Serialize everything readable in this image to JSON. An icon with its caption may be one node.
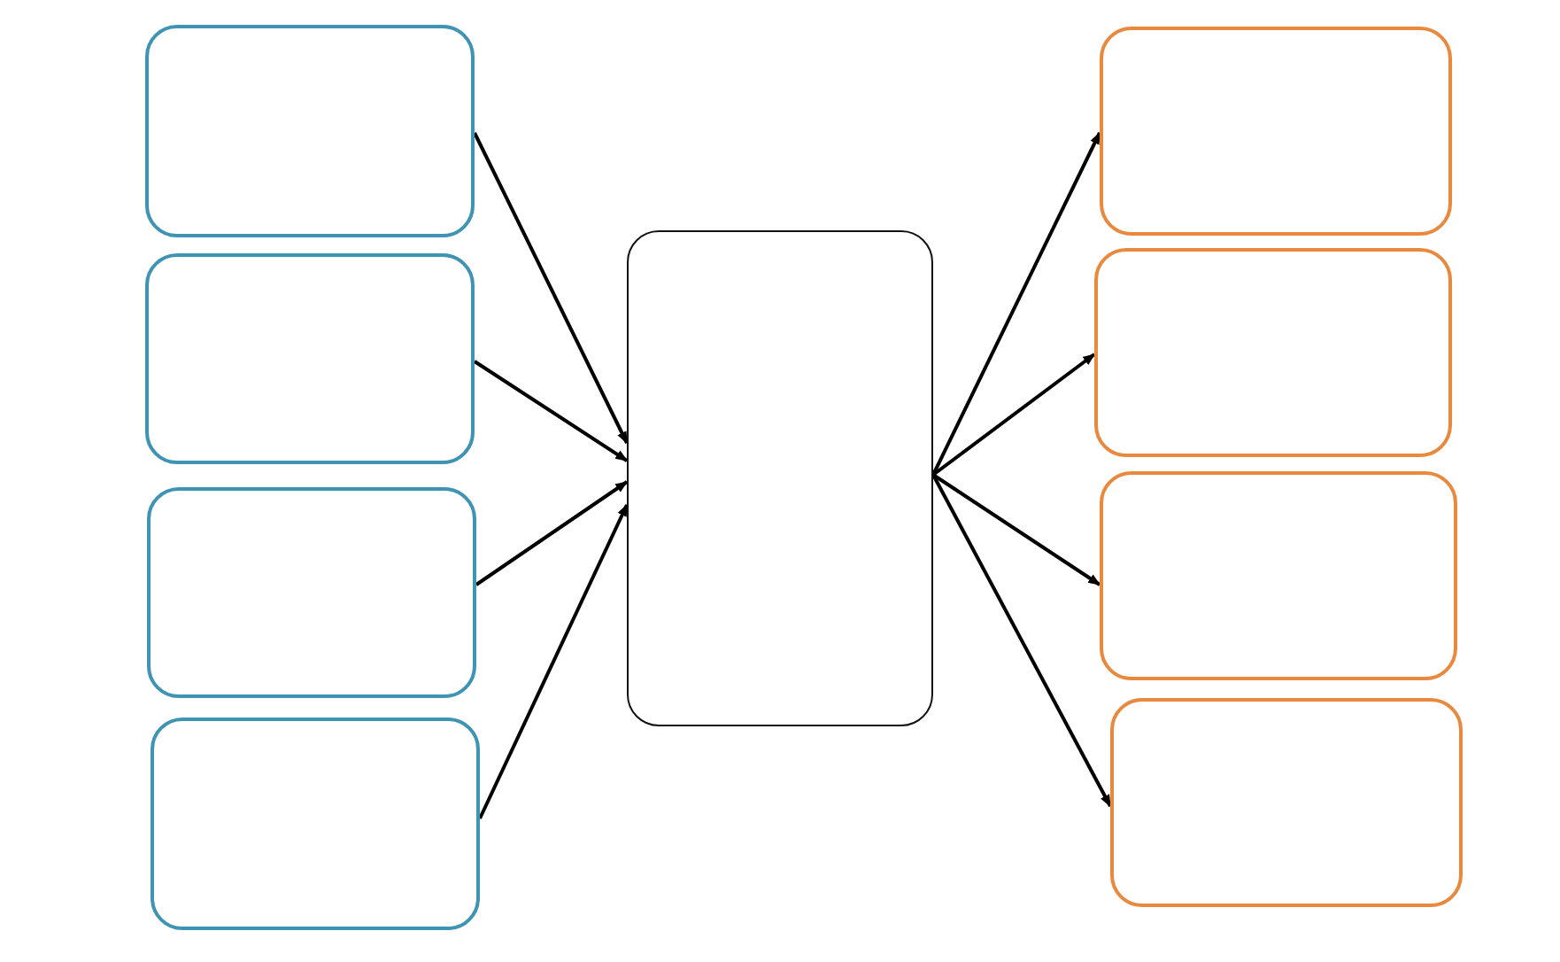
{
  "diagram": {
    "nodes": [
      {
        "text": [],
        "shape": "box"
      },
      {
        "text": [],
        "shape": "box"
      },
      {
        "text": [],
        "shape": "box"
      },
      {
        "text": [],
        "shape": "box"
      },
      {
        "text": [],
        "shape": "box"
      },
      {
        "text": [],
        "shape": "box"
      },
      {
        "text": [],
        "shape": "box"
      },
      {
        "text": [],
        "shape": "box"
      },
      {
        "text": [],
        "shape": "box"
      }
    ],
    "edges": [
      {
        "from": 0,
        "to": 4,
        "arrow": "to"
      },
      {
        "from": 1,
        "to": 4,
        "arrow": "to"
      },
      {
        "from": 2,
        "to": 4,
        "arrow": "to"
      },
      {
        "from": 3,
        "to": 4,
        "arrow": "to"
      },
      {
        "from": 4,
        "to": 5,
        "arrow": "to"
      },
      {
        "from": 4,
        "to": 6,
        "arrow": "to"
      },
      {
        "from": 4,
        "to": 7,
        "arrow": "to"
      },
      {
        "from": 4,
        "to": 8,
        "arrow": "to"
      }
    ]
  }
}
